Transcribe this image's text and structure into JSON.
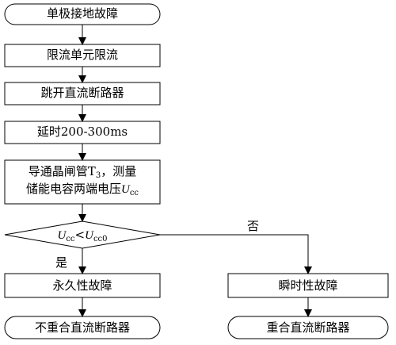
{
  "nodes": {
    "start": "单极接地故障",
    "limit": "限流单元限流",
    "trip": "跳开直流断路器",
    "delay": "延时200-300ms",
    "measure": {
      "line1_text": "导通晶闸管",
      "line1_sym": "T",
      "line1_sub": "3",
      "line1_rest": "，测量",
      "line2_text": "储能电容两端电压",
      "line2_sym": "U",
      "line2_sub": "cc"
    },
    "decision": {
      "lhs": "U",
      "lhs_sub": "cc",
      "op": "<",
      "rhs": "U",
      "rhs_sub": "cc0"
    },
    "permanent": "永久性故障",
    "no_reclose": "不重合直流断路器",
    "transient": "瞬时性故障",
    "reclose": "重合直流断路器"
  },
  "edges": {
    "yes_label": "是",
    "no_label": "否"
  }
}
